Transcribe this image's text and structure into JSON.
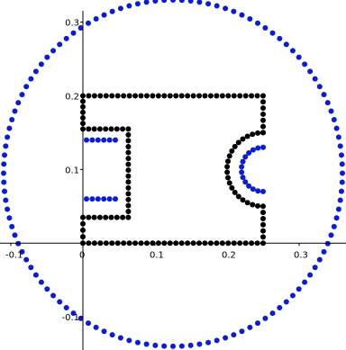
{
  "chart_data": {
    "type": "scatter",
    "title": "",
    "xlabel": "",
    "ylabel": "",
    "xlim": [
      -0.115,
      0.365
    ],
    "ylim": [
      -0.145,
      0.33
    ],
    "grid": false,
    "colors": {
      "boundary": "#0a1cd6",
      "obstacle": "#000000"
    },
    "x_ticks": [
      {
        "value": -0.1,
        "label": "-0.1"
      },
      {
        "value": 0,
        "label": "0"
      },
      {
        "value": 0.1,
        "label": "0.1"
      },
      {
        "value": 0.2,
        "label": "0.2"
      },
      {
        "value": 0.3,
        "label": "0.3"
      }
    ],
    "y_ticks": [
      {
        "value": -0.1,
        "label": "-0.1"
      },
      {
        "value": 0.1,
        "label": "0.1"
      },
      {
        "value": 0.2,
        "label": "0.2"
      },
      {
        "value": 0.3,
        "label": "0.3"
      }
    ],
    "series": [
      {
        "color": "#0a1cd6",
        "shape": "circle",
        "center": [
          0.125,
          0.095
        ],
        "radius": 0.235,
        "n_points": 120
      },
      {
        "color": "#000000",
        "shape": "polyline",
        "closed": true,
        "step": 0.008,
        "vertices": [
          [
            0,
            0
          ],
          [
            0.25,
            0
          ],
          [
            0.25,
            0.05
          ],
          [
            0.25,
            0.15
          ],
          [
            0.25,
            0.2
          ],
          [
            0,
            0.2
          ],
          [
            0,
            0.155
          ],
          [
            0.063,
            0.155
          ],
          [
            0.063,
            0.035
          ],
          [
            0,
            0.035
          ],
          [
            0,
            0
          ]
        ]
      },
      {
        "color": "#000000",
        "shape": "arc",
        "center": [
          0.25,
          0.1
        ],
        "radius": 0.05,
        "start_deg": 90,
        "end_deg": 270,
        "n_points": 22
      },
      {
        "color": "#0a1cd6",
        "shape": "arc",
        "center": [
          0.25,
          0.1
        ],
        "radius": 0.03,
        "start_deg": 90,
        "end_deg": 270,
        "n_points": 14
      },
      {
        "color": "#0a1cd6",
        "shape": "segment",
        "from": [
          0.005,
          0.14
        ],
        "to": [
          0.045,
          0.14
        ],
        "n_points": 6
      },
      {
        "color": "#0a1cd6",
        "shape": "segment",
        "from": [
          0.005,
          0.06
        ],
        "to": [
          0.045,
          0.06
        ],
        "n_points": 6
      }
    ]
  }
}
